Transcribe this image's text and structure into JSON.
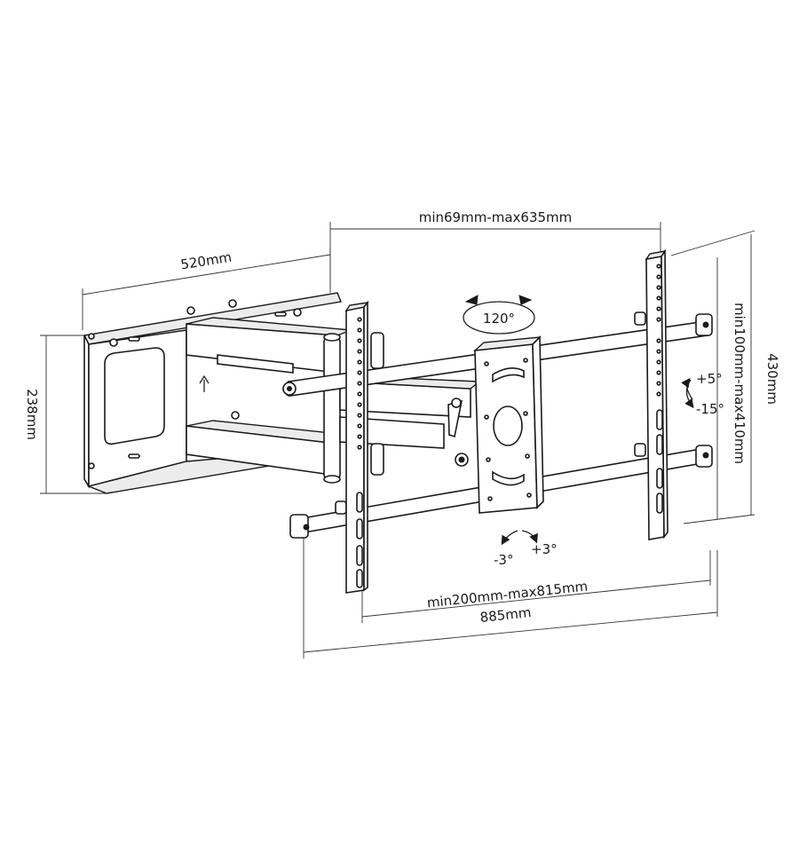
{
  "dimensions": {
    "arm_depth": "520mm",
    "wall_plate_height": "238mm",
    "profile": "min69mm-max635mm",
    "overall_height": "430mm",
    "vertical_hole_spacing": "min100mm-max410mm",
    "horizontal_hole_spacing": "min200mm-max815mm",
    "overall_width": "885mm"
  },
  "angles": {
    "swivel": "120°",
    "tilt_up": "+5°",
    "tilt_down": "-15°",
    "rotate_left": "-3°",
    "rotate_right": "+3°"
  },
  "icons": [
    "up-arrow-icon",
    "swivel-arrow-icon",
    "tilt-arrow-icon",
    "rotate-arrow-icon"
  ]
}
